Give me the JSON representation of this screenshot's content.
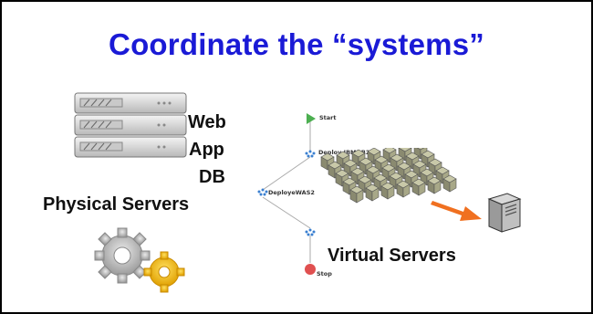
{
  "slide": {
    "title": "Coordinate the “systems”",
    "server_tiers": [
      "Web",
      "App",
      "DB"
    ],
    "physical_label": "Physical Servers",
    "virtual_label": "Virtual Servers"
  },
  "workflow": {
    "nodes": [
      "Start",
      "Deploy IBMDB21",
      "DeployeWAS2",
      "Stop"
    ]
  },
  "icons": [
    "server-rack-icon",
    "gears-icon",
    "vm-cluster-icon",
    "arrow-icon",
    "tower-server-icon"
  ],
  "colors": {
    "title": "#1a1ad6",
    "start": "#4caf50",
    "stop": "#e05050",
    "arrow": "#f07020"
  }
}
